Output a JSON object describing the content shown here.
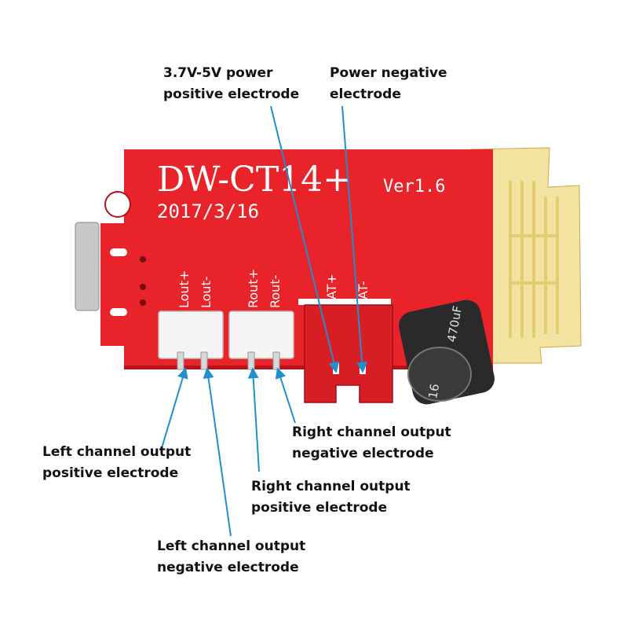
{
  "colors": {
    "board": "#e8232a",
    "board_dark": "#b5121a",
    "silkscreen": "#ffffff",
    "antenna": "#f2e3a0",
    "antenna_trace": "#d9b94a",
    "connector_white": "#f4f4f4",
    "connector_red": "#d81e25",
    "capacitor": "#2a2a2a",
    "pointer_line": "#1f8fce",
    "label_text": "#111111"
  },
  "board": {
    "model": "DW-CT14+",
    "version": "Ver1.6",
    "date": "2017/3/16",
    "pin_labels": [
      "Lout+",
      "Lout-",
      "Rout+",
      "Rout-",
      "BAT+",
      "BAT-"
    ],
    "capacitor_marking": "470uF",
    "capacitor_marking_2": "16"
  },
  "callouts": {
    "power_positive": {
      "line1": "3.7V-5V power",
      "line2": "positive electrode"
    },
    "power_negative": {
      "line1": "Power negative",
      "line2": "electrode"
    },
    "right_negative": {
      "line1": "Right channel output",
      "line2": "negative electrode"
    },
    "left_positive": {
      "line1": "Left channel output",
      "line2": "positive electrode"
    },
    "right_positive": {
      "line1": "Right channel output",
      "line2": "positive electrode"
    },
    "left_negative": {
      "line1": "Left channel output",
      "line2": "negative electrode"
    }
  }
}
